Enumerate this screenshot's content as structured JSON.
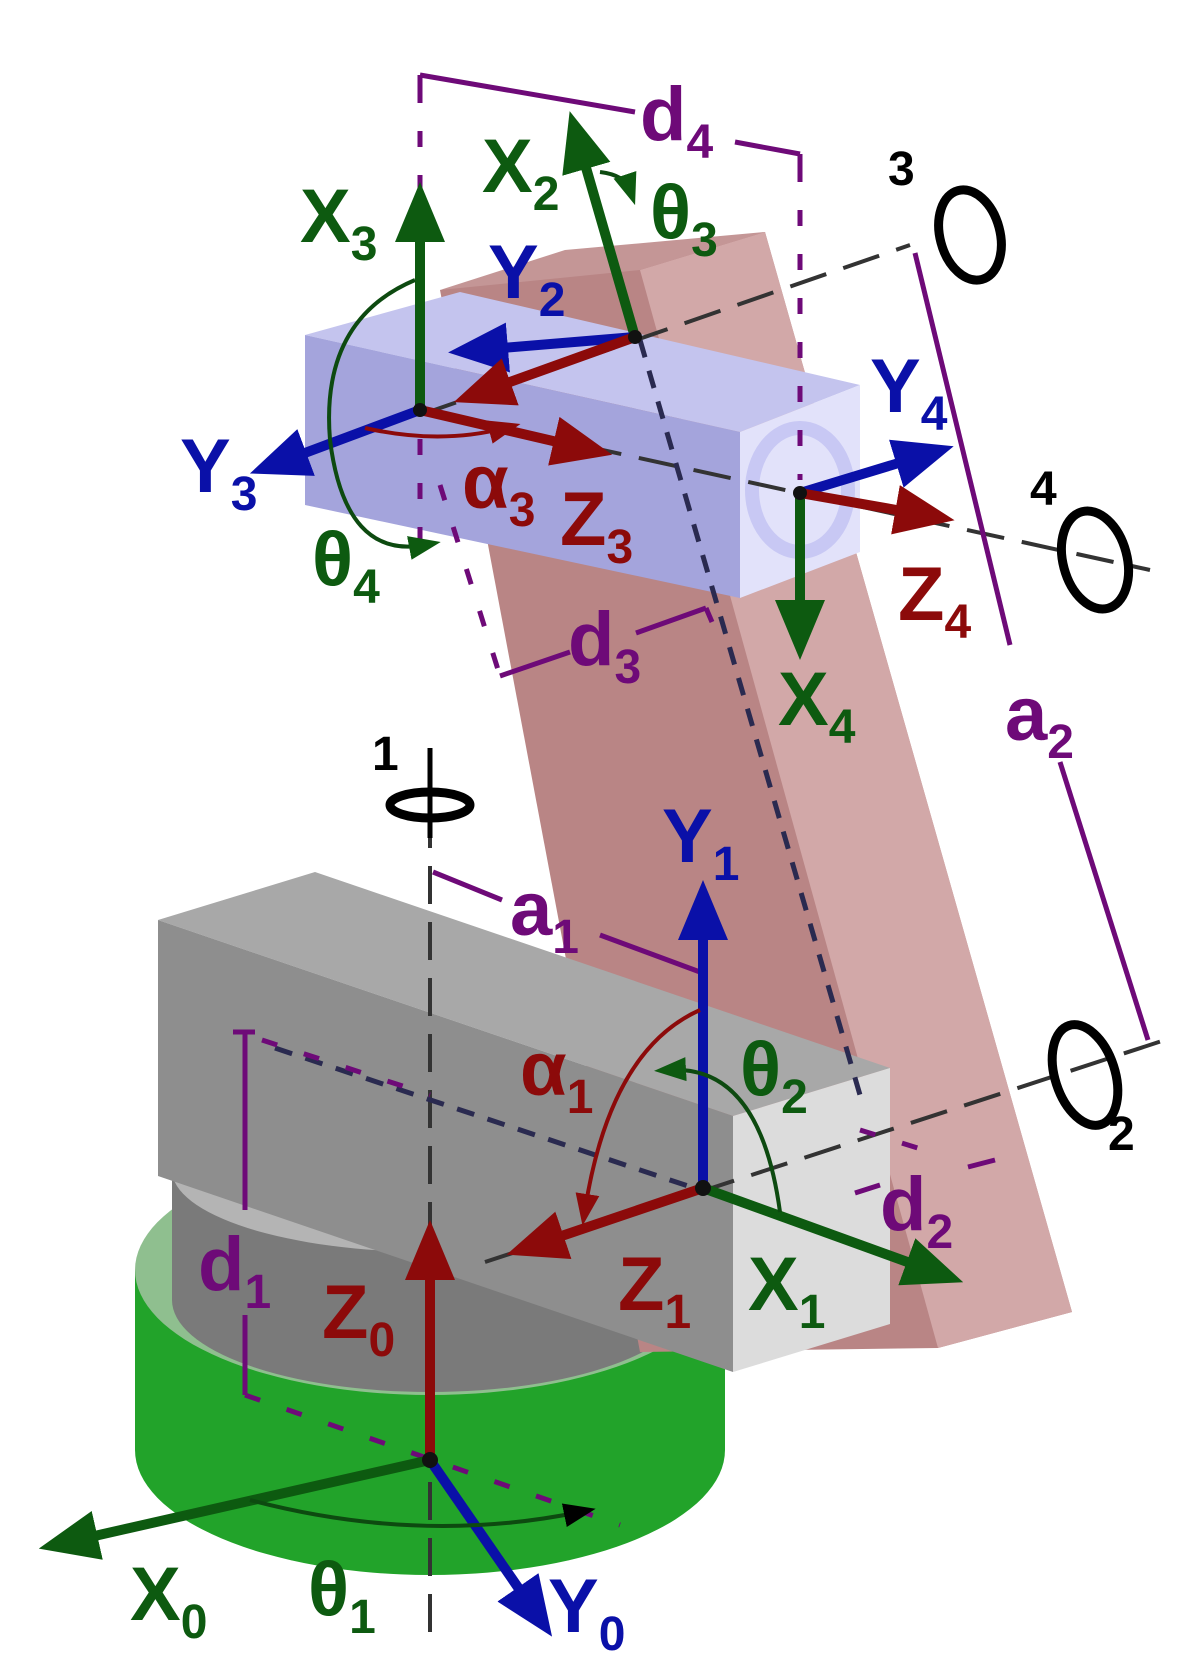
{
  "colors": {
    "green": "#0d5a10",
    "blue": "#0a10a8",
    "red": "#8c0a0a",
    "purple": "#6e0a78",
    "black": "#000000",
    "base": "#22a32a",
    "gray": "#8e8e8e",
    "link": "#c9a0a0",
    "wrist": "#a8a8e0"
  },
  "joints": [
    {
      "name": "joint-1",
      "number": "1"
    },
    {
      "name": "joint-2",
      "number": "2"
    },
    {
      "name": "joint-3",
      "number": "3"
    },
    {
      "name": "joint-4",
      "number": "4"
    }
  ],
  "labels": [
    {
      "name": "label-X0",
      "base": "X",
      "sub": "0",
      "color": "green"
    },
    {
      "name": "label-Y0",
      "base": "Y",
      "sub": "0",
      "color": "blue"
    },
    {
      "name": "label-Z0",
      "base": "Z",
      "sub": "0",
      "color": "red"
    },
    {
      "name": "label-theta1",
      "base": "θ",
      "sub": "1",
      "color": "green"
    },
    {
      "name": "label-d1",
      "base": "d",
      "sub": "1",
      "color": "purple"
    },
    {
      "name": "label-a1",
      "base": "a",
      "sub": "1",
      "color": "purple"
    },
    {
      "name": "label-Y1",
      "base": "Y",
      "sub": "1",
      "color": "blue"
    },
    {
      "name": "label-alpha1",
      "base": "α",
      "sub": "1",
      "color": "red"
    },
    {
      "name": "label-theta2",
      "base": "θ",
      "sub": "2",
      "color": "green"
    },
    {
      "name": "label-Z1",
      "base": "Z",
      "sub": "1",
      "color": "red"
    },
    {
      "name": "label-X1",
      "base": "X",
      "sub": "1",
      "color": "green"
    },
    {
      "name": "label-d2",
      "base": "d",
      "sub": "2",
      "color": "purple"
    },
    {
      "name": "label-a2",
      "base": "a",
      "sub": "2",
      "color": "purple"
    },
    {
      "name": "label-X4",
      "base": "X",
      "sub": "4",
      "color": "green"
    },
    {
      "name": "label-Z4",
      "base": "Z",
      "sub": "4",
      "color": "red"
    },
    {
      "name": "label-Y4",
      "base": "Y",
      "sub": "4",
      "color": "blue"
    },
    {
      "name": "label-d3",
      "base": "d",
      "sub": "3",
      "color": "purple"
    },
    {
      "name": "label-theta4",
      "base": "θ",
      "sub": "4",
      "color": "green"
    },
    {
      "name": "label-Y3",
      "base": "Y",
      "sub": "3",
      "color": "blue"
    },
    {
      "name": "label-alpha3",
      "base": "α",
      "sub": "3",
      "color": "red"
    },
    {
      "name": "label-Z3",
      "base": "Z",
      "sub": "3",
      "color": "red"
    },
    {
      "name": "label-X3",
      "base": "X",
      "sub": "3",
      "color": "green"
    },
    {
      "name": "label-Y2",
      "base": "Y",
      "sub": "2",
      "color": "blue"
    },
    {
      "name": "label-X2",
      "base": "X",
      "sub": "2",
      "color": "green"
    },
    {
      "name": "label-theta3",
      "base": "θ",
      "sub": "3",
      "color": "green"
    },
    {
      "name": "label-d4",
      "base": "d",
      "sub": "4",
      "color": "purple"
    }
  ]
}
